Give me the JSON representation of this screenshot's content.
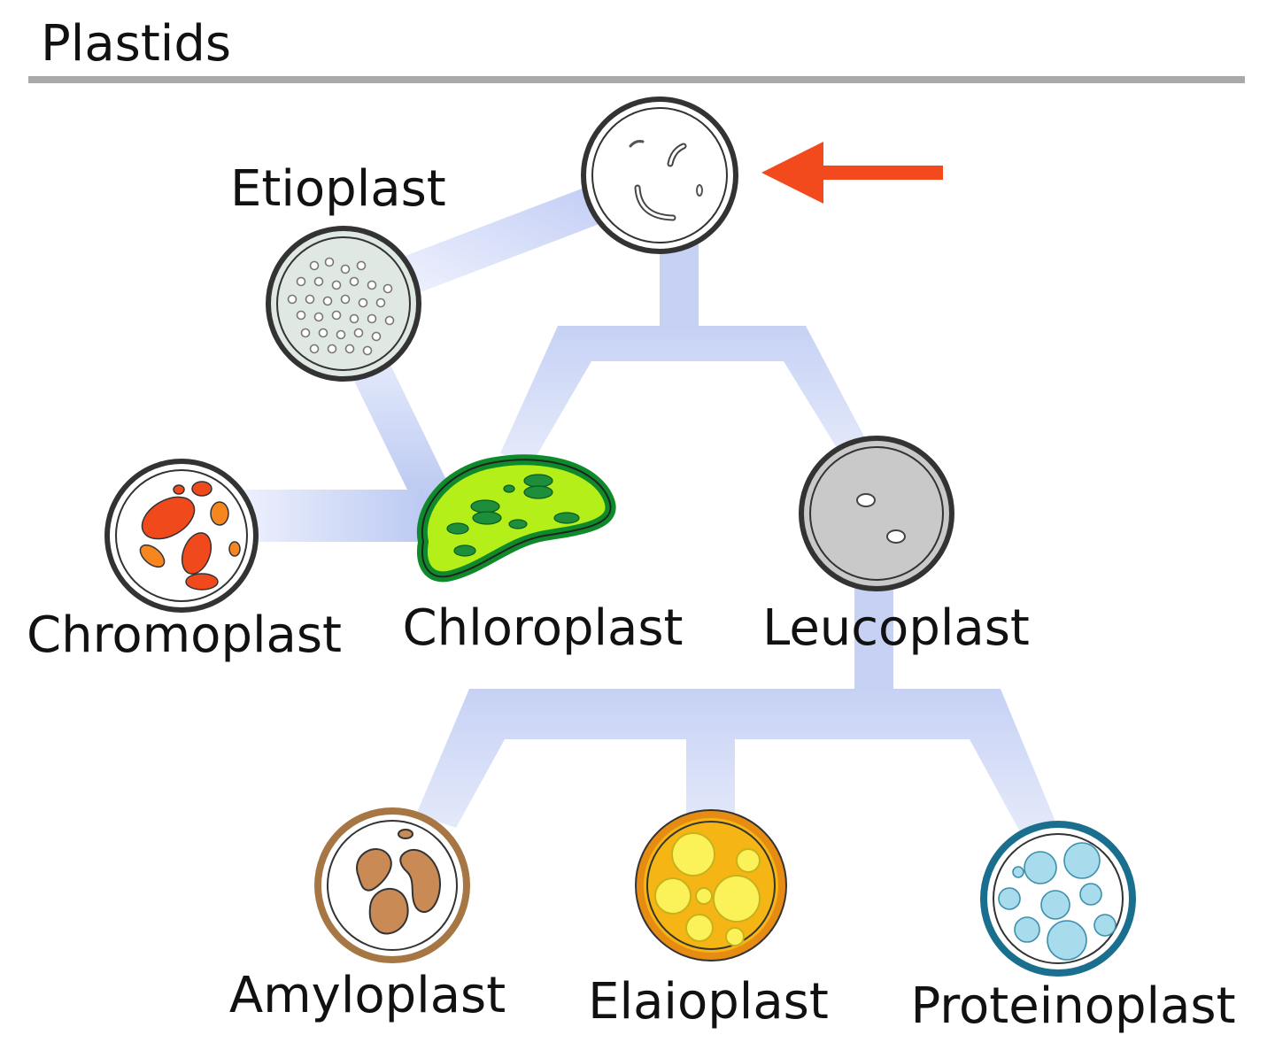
{
  "header": {
    "title": "Plastids"
  },
  "plastids": {
    "proplastid": {
      "label": ""
    },
    "etioplast": {
      "label": "Etioplast"
    },
    "chromoplast": {
      "label": "Chromoplast"
    },
    "chloroplast": {
      "label": "Chloroplast"
    },
    "leucoplast": {
      "label": "Leucoplast"
    },
    "amyloplast": {
      "label": "Amyloplast"
    },
    "elaioplast": {
      "label": "Elaioplast"
    },
    "proteinoplast": {
      "label": "Proteinoplast"
    }
  },
  "colors": {
    "connector": "#c9d4f5",
    "connector_strong": "#b3c2f0",
    "arrow": "#f24a1d",
    "rule": "#a9a9a9",
    "outline": "#333333",
    "etioplast_fill": "#dfe8e2",
    "leucoplast_fill": "#c9c9c9",
    "chloroplast_outer": "#0f8a2a",
    "chloroplast_inner": "#b4ef1a",
    "chloroplast_thylakoid": "#1d8f3a",
    "chromoplast_red": "#f04a1c",
    "chromoplast_orange": "#f7861f",
    "amyloplast_ring": "#a67744",
    "amyloplast_grain": "#c98a55",
    "elaioplast_outer": "#e78c12",
    "elaioplast_mid": "#f5b615",
    "elaioplast_drop": "#fbf25a",
    "proteinoplast_ring": "#1a6f8f",
    "proteinoplast_body": "#a8dcec"
  },
  "icons": {
    "pointer": "left-arrow-icon"
  }
}
